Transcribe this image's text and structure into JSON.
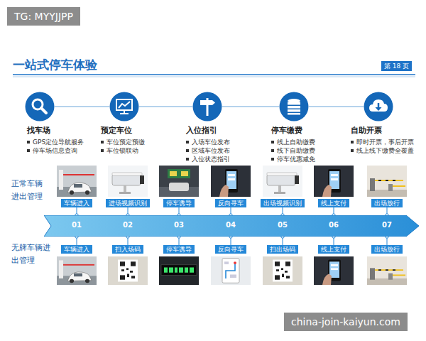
{
  "diagram": {
    "title": "一站式停车体验",
    "nodes": [
      {
        "text": [
          "第 18 页"
        ]
      },
      {
        "text": [
          "找车场",
          "GPS定位导航服务",
          "停车场信息查询"
        ]
      },
      {
        "text": [
          "预定车位",
          "车位预定预缴",
          "车位锁联动"
        ]
      },
      {
        "text": [
          "入位指引",
          "入场车位发布",
          "区域车位发布",
          "入位状态指引"
        ]
      },
      {
        "text": [
          "停车缴费",
          "线上自助缴费",
          "线下自助缴费",
          "停车优惠减免"
        ]
      },
      {
        "text": [
          "自助开票",
          "即时开票，事后开票",
          "线上线下缴费全覆盖"
        ]
      },
      {
        "text": [
          "车辆进入"
        ]
      },
      {
        "text": [
          "进场视频识别"
        ]
      },
      {
        "text": [
          "停车诱导"
        ]
      },
      {
        "text": [
          "反向寻车"
        ]
      },
      {
        "text": [
          "出场视频识别"
        ]
      },
      {
        "text": [
          "线上支付"
        ]
      },
      {
        "text": [
          "出场放行"
        ]
      },
      {
        "text": [
          "01",
          "02",
          "03",
          "04",
          "05",
          "06",
          "07"
        ]
      },
      {
        "text": [
          "车辆进入"
        ]
      },
      {
        "text": [
          "扫入场码"
        ]
      },
      {
        "text": [
          "停车诱导"
        ]
      },
      {
        "text": [
          "反向寻车"
        ]
      },
      {
        "text": [
          "扫出场码"
        ]
      },
      {
        "text": [
          "线上支付"
        ]
      },
      {
        "text": [
          "出场放行"
        ]
      }
    ],
    "edges": [
      {
        "from": 1,
        "to": 2,
        "arrow": "none"
      },
      {
        "from": 2,
        "to": 3,
        "arrow": "none"
      },
      {
        "from": 3,
        "to": 4,
        "arrow": "none"
      },
      {
        "from": 4,
        "to": 5,
        "arrow": "none"
      },
      {
        "from": 6,
        "to": 13,
        "arrow": "none"
      },
      {
        "from": 7,
        "to": 13,
        "arrow": "none"
      },
      {
        "from": 8,
        "to": 13,
        "arrow": "none"
      },
      {
        "from": 9,
        "to": 13,
        "arrow": "none"
      },
      {
        "from": 10,
        "to": 13,
        "arrow": "none"
      },
      {
        "from": 11,
        "to": 13,
        "arrow": "none"
      },
      {
        "from": 12,
        "to": 13,
        "arrow": "none"
      },
      {
        "from": 13,
        "to": 14,
        "arrow": "none"
      },
      {
        "from": 13,
        "to": 15,
        "arrow": "none"
      },
      {
        "from": 13,
        "to": 16,
        "arrow": "none"
      },
      {
        "from": 13,
        "to": 17,
        "arrow": "none"
      },
      {
        "from": 13,
        "to": 18,
        "arrow": "none"
      },
      {
        "from": 13,
        "to": 19,
        "arrow": "none"
      },
      {
        "from": 13,
        "to": 20,
        "arrow": "none"
      }
    ],
    "labels": [
      "TG: MYYJJPP",
      "正常车辆进出管理",
      "无牌车辆进出管理",
      "china-join-kaiyun.com"
    ]
  }
}
